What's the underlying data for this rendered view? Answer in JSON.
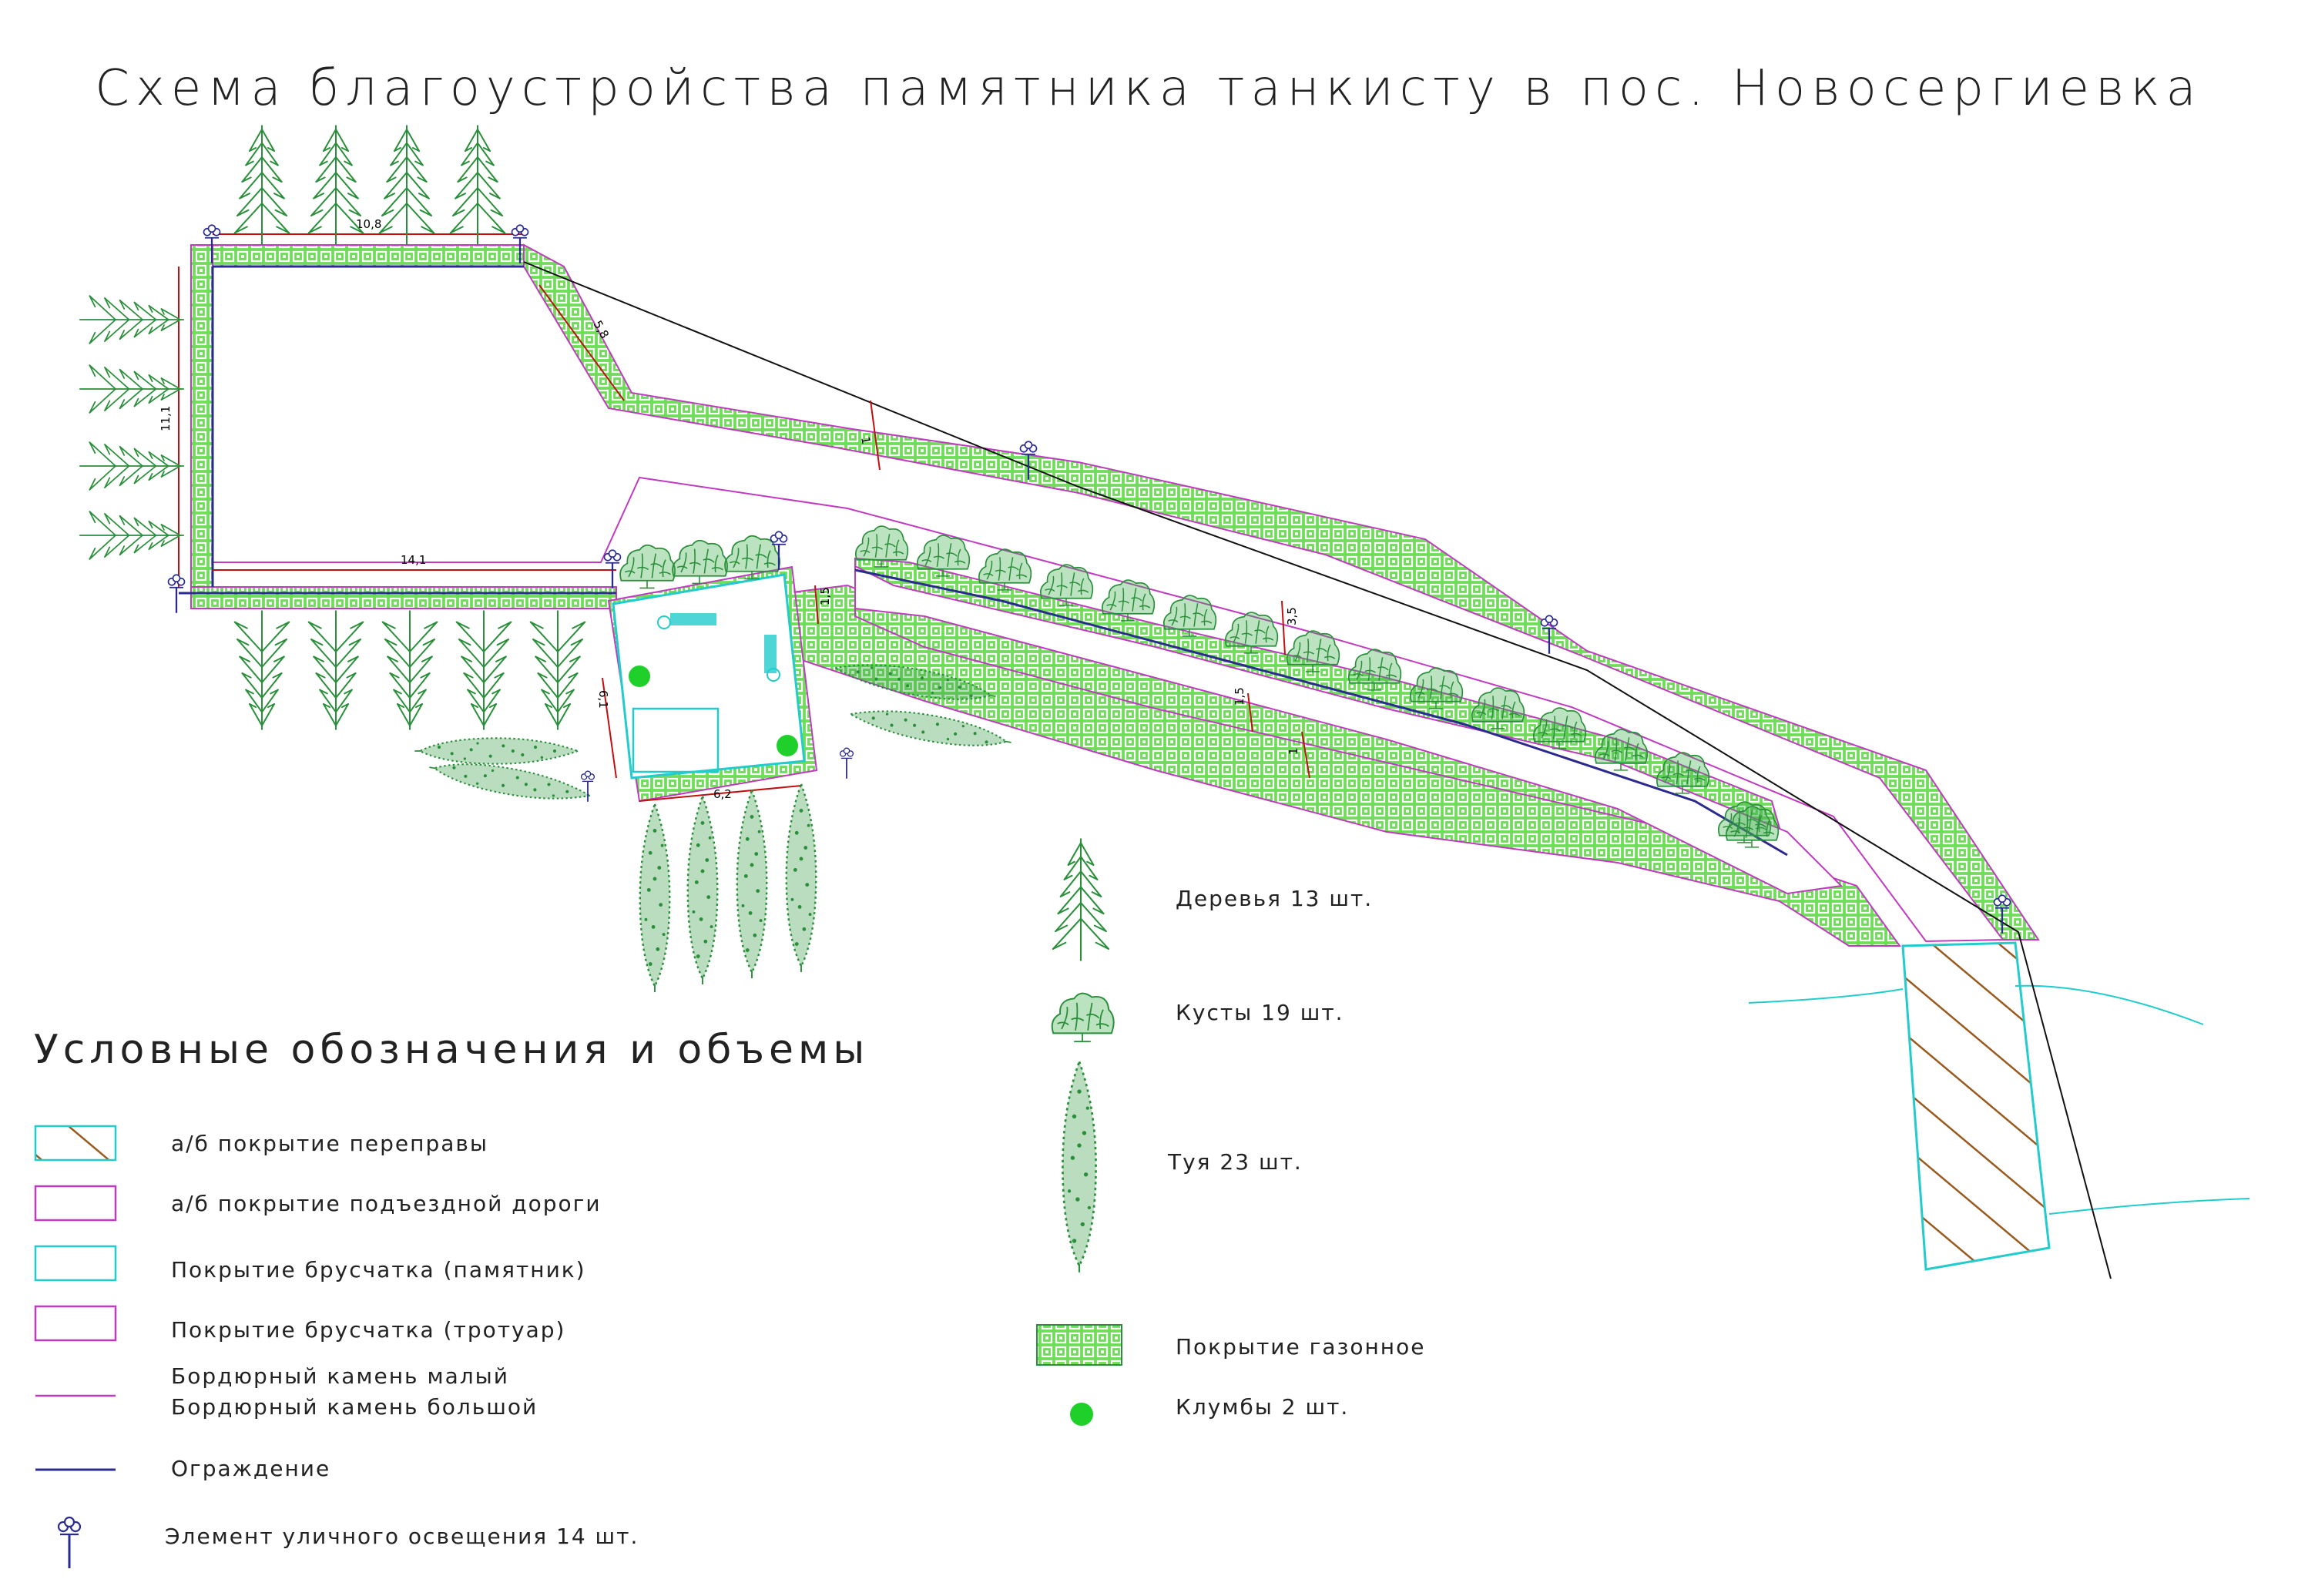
{
  "title": "Схема благоустройства памятника танкисту в пос. Новосергиевка",
  "legend_title": "Условные обозначения и объемы",
  "legend_left": [
    {
      "label": "а/б покрытие переправы"
    },
    {
      "label": "а/б покрытие подъездной дороги"
    },
    {
      "label": "Покрытие брусчатка (памятник)"
    },
    {
      "label": "Покрытие брусчатка (тротуар)"
    },
    {
      "label": "Бордюрный камень малый"
    },
    {
      "label": "Бордюрный камень большой"
    },
    {
      "label": "Ограждение"
    },
    {
      "label": "Элемент уличного освещения 14 шт."
    }
  ],
  "legend_right": [
    {
      "label": "Деревья 13 шт."
    },
    {
      "label": "Кусты 19 шт."
    },
    {
      "label": "Туя 23 шт."
    },
    {
      "label": "Покрытие газонное"
    },
    {
      "label": "Клумбы 2 шт."
    }
  ],
  "dimensions": {
    "top_width": "10,8",
    "left_height": "11,1",
    "bottom_width": "14,1",
    "diag_top": "5,8",
    "walk_1": "1",
    "walk_2": "1,5",
    "road_width": "3,5",
    "walk_3": "1,5",
    "walk_4": "1",
    "mon_left": "6,1",
    "mon_bottom": "6,2"
  },
  "colors": {
    "lawn": "#4fca3c",
    "road_border": "#c03bc0",
    "paving": "#22cccc",
    "fence": "#2b2b8f",
    "dim": "#c01010",
    "tree": "#2a8f3a",
    "flowerbed": "#1fcf2a",
    "crossing": "#9a5a1e"
  },
  "icons": [
    "tree-icon",
    "bush-icon",
    "thuja-icon",
    "lamp-icon",
    "flowerbed-icon",
    "lawn-swatch-icon"
  ]
}
